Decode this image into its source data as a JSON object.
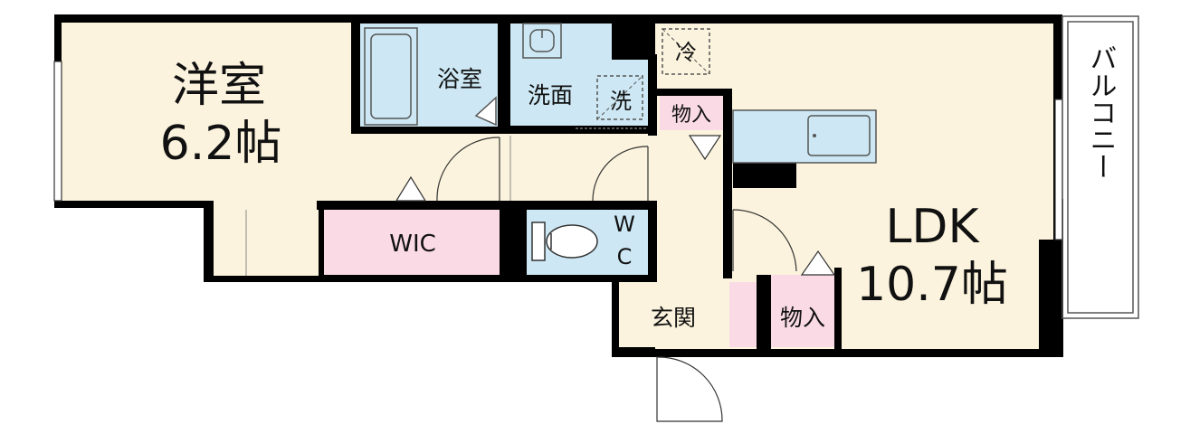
{
  "rooms": {
    "western_room": {
      "name": "洋室",
      "size": "6.2帖"
    },
    "bath": {
      "name": "浴室"
    },
    "washroom": {
      "name": "洗面"
    },
    "washer": {
      "name": "洗"
    },
    "fridge": {
      "name": "冷"
    },
    "storage_kitchen": {
      "name": "物入"
    },
    "ldk": {
      "name": "LDK",
      "size": "10.7帖"
    },
    "wic": {
      "name": "WIC"
    },
    "wc": {
      "line1": "W",
      "line2": "C"
    },
    "entrance": {
      "name": "玄関"
    },
    "storage_entrance": {
      "name": "物入"
    },
    "balcony": {
      "name": "バルコニー"
    }
  },
  "colors": {
    "floor": "#fbf3dd",
    "wet_area": "#cde8f4",
    "closet": "#fadbe5",
    "wall": "#000000"
  }
}
